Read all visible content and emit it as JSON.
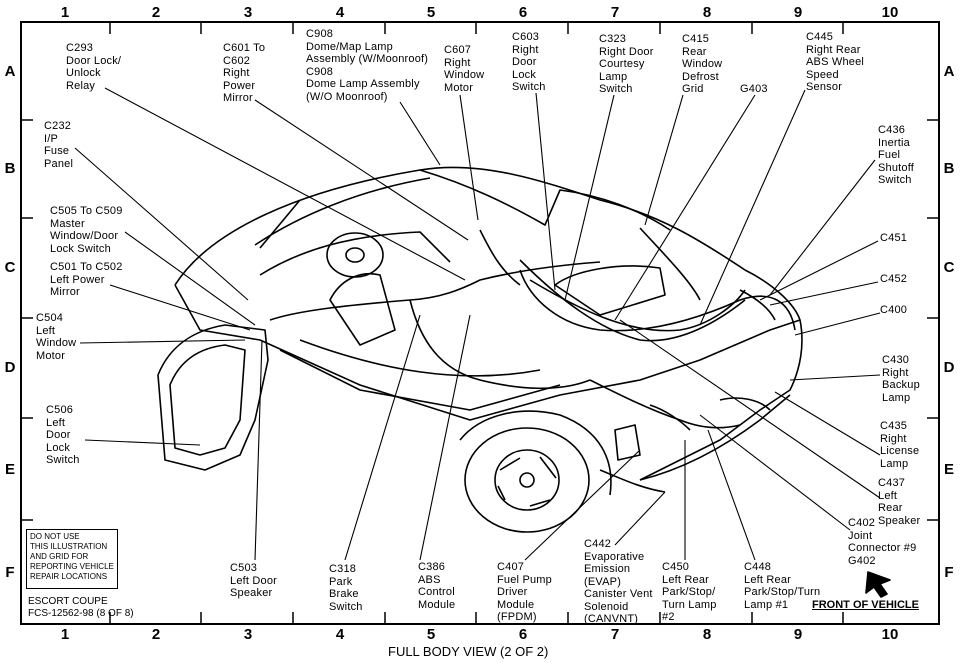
{
  "grid": {
    "columns": [
      "1",
      "2",
      "3",
      "4",
      "5",
      "6",
      "7",
      "8",
      "9",
      "10"
    ],
    "rows": [
      "A",
      "B",
      "C",
      "D",
      "E",
      "F"
    ]
  },
  "callouts": [
    {
      "id": "c293",
      "text": "C293\nDoor Lock/\nUnlock\nRelay"
    },
    {
      "id": "c601",
      "text": "C601 To\nC602\nRight\nPower\nMirror"
    },
    {
      "id": "c908",
      "text": "C908\nDome/Map Lamp\nAssembly (W/Moonroof)\nC908\nDome Lamp Assembly\n(W/O Moonroof)"
    },
    {
      "id": "c607",
      "text": "C607\nRight\nWindow\nMotor"
    },
    {
      "id": "c603",
      "text": "C603\nRight\nDoor\nLock\nSwitch"
    },
    {
      "id": "c323",
      "text": "C323\nRight Door\nCourtesy\nLamp\nSwitch"
    },
    {
      "id": "c415",
      "text": "C415\nRear\nWindow\nDefrost\nGrid"
    },
    {
      "id": "g403",
      "text": "G403"
    },
    {
      "id": "c445",
      "text": "C445\nRight Rear\nABS Wheel\nSpeed\nSensor"
    },
    {
      "id": "c232",
      "text": "C232\nI/P\nFuse\nPanel"
    },
    {
      "id": "c436",
      "text": "C436\nInertia\nFuel\nShutoff\nSwitch"
    },
    {
      "id": "c505",
      "text": "C505 To C509\nMaster\nWindow/Door\nLock Switch"
    },
    {
      "id": "c451",
      "text": "C451"
    },
    {
      "id": "c501",
      "text": "C501 To C502\nLeft Power\nMirror"
    },
    {
      "id": "c452",
      "text": "C452"
    },
    {
      "id": "c400",
      "text": "C400"
    },
    {
      "id": "c504",
      "text": "C504\nLeft\nWindow\nMotor"
    },
    {
      "id": "c430",
      "text": "C430\nRight\nBackup\nLamp"
    },
    {
      "id": "c506",
      "text": "C506\nLeft\nDoor\nLock\nSwitch"
    },
    {
      "id": "c435",
      "text": "C435\nRight\nLicense\nLamp"
    },
    {
      "id": "c437",
      "text": "C437\nLeft\nRear\nSpeaker"
    },
    {
      "id": "c402",
      "text": "C402\nJoint\nConnector #9\nG402"
    },
    {
      "id": "c503",
      "text": "C503\nLeft Door\nSpeaker"
    },
    {
      "id": "c318",
      "text": "C318\nPark\nBrake\nSwitch"
    },
    {
      "id": "c386",
      "text": "C386\nABS\nControl\nModule"
    },
    {
      "id": "c407",
      "text": "C407\nFuel Pump\nDriver\nModule\n(FPDM)"
    },
    {
      "id": "c442",
      "text": "C442\nEvaporative\nEmission\n(EVAP)\nCanister Vent\nSolenoid\n(CANVNT)"
    },
    {
      "id": "c450",
      "text": "C450\nLeft Rear\nPark/Stop/\nTurn Lamp\n#2"
    },
    {
      "id": "c448",
      "text": "C448\nLeft Rear\nPark/Stop/Turn\nLamp #1"
    }
  ],
  "notice": [
    "DO NOT USE",
    "THIS ILLUSTRATION",
    "AND GRID FOR",
    "REPORTING VEHICLE",
    "REPAIR LOCATIONS"
  ],
  "footer": {
    "model": "ESCORT COUPE",
    "code": "FCS-12562-98 (8 OF 8)",
    "title": "FULL BODY VIEW (2 OF 2)",
    "front_label": "FRONT OF VEHICLE"
  }
}
